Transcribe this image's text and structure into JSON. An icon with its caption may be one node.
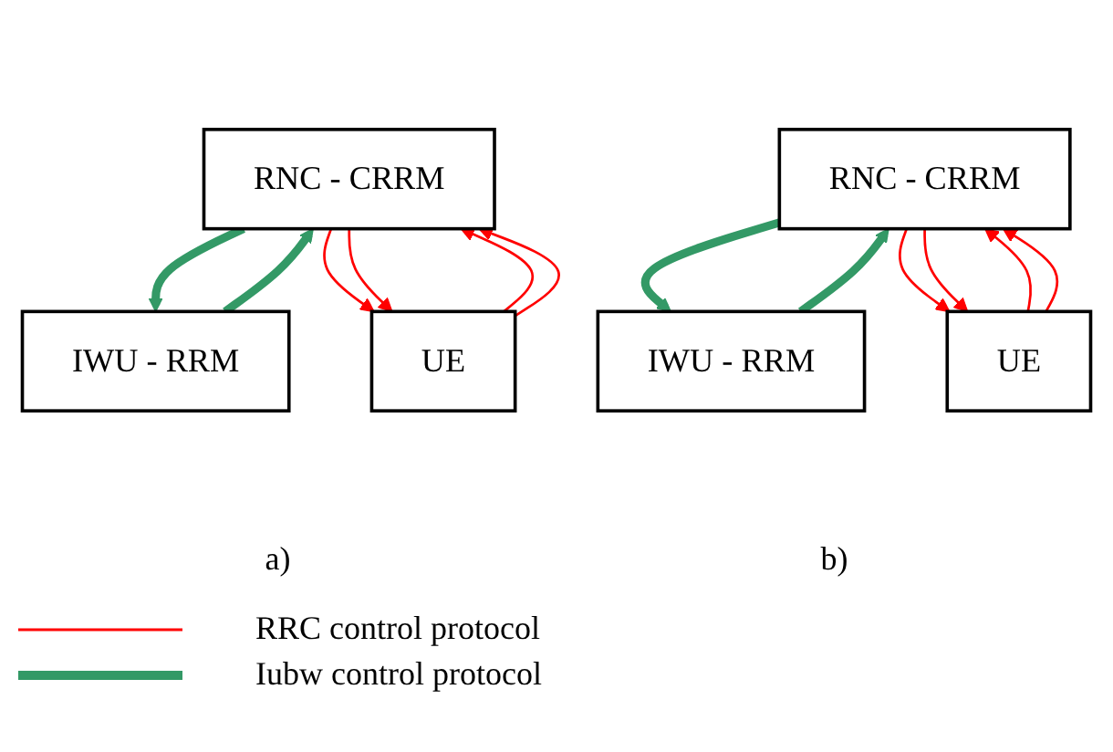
{
  "diagram": {
    "nodes": [
      {
        "text": [
          "RNC - CRRM"
        ]
      },
      {
        "text": [
          "IWU - RRM"
        ]
      },
      {
        "text": [
          "UE"
        ]
      },
      {
        "text": [
          "RNC - CRRM"
        ]
      },
      {
        "text": [
          "IWU - RRM"
        ]
      },
      {
        "text": [
          "UE"
        ]
      }
    ],
    "edges": [
      {
        "from": 1,
        "to": 0,
        "arrow": "to",
        "style": "thick",
        "color": "#339966"
      },
      {
        "from": 0,
        "to": 1,
        "arrow": "to",
        "style": "thick",
        "color": "#339966"
      },
      {
        "from": 2,
        "to": 0,
        "arrow": "to"
      },
      {
        "from": 0,
        "to": 2,
        "arrow": "to"
      },
      {
        "from": 0,
        "to": 2,
        "arrow": "to"
      },
      {
        "from": 2,
        "to": 0,
        "arrow": "to"
      },
      {
        "from": 4,
        "to": 3,
        "arrow": "to",
        "style": "thick",
        "color": "#339966"
      },
      {
        "from": 3,
        "to": 4,
        "arrow": "to",
        "style": "thick",
        "color": "#339966"
      },
      {
        "from": 5,
        "to": 3,
        "arrow": "to"
      },
      {
        "from": 3,
        "to": 5,
        "arrow": "to"
      },
      {
        "from": 3,
        "to": 5,
        "arrow": "to"
      },
      {
        "from": 5,
        "to": 3,
        "arrow": "to"
      }
    ],
    "labels": [
      "a)",
      "b)"
    ],
    "legend": [
      {
        "text": "RRC control protocol"
      },
      {
        "text": "Iubw control protocol"
      }
    ]
  }
}
